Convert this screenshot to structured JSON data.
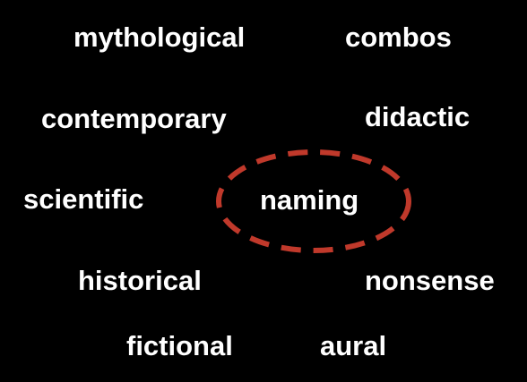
{
  "words": {
    "mythological": "mythological",
    "combos": "combos",
    "contemporary": "contemporary",
    "didactic": "didactic",
    "scientific": "scientific",
    "naming": "naming",
    "historical": "historical",
    "nonsense": "nonsense",
    "fictional": "fictional",
    "aural": "aural"
  },
  "colors": {
    "background": "#000000",
    "text": "#ffffff",
    "highlight_ellipse": "#c0392b"
  }
}
